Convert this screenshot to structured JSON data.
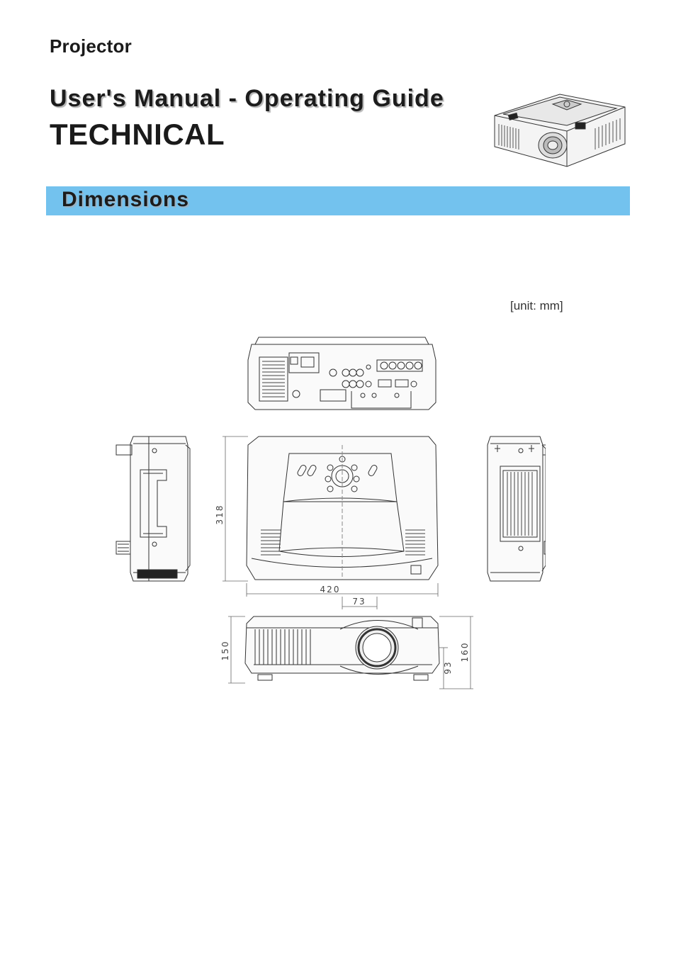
{
  "header": {
    "doc_label": "Projector",
    "title": "User's Manual - Operating Guide",
    "subtitle": "TECHNICAL"
  },
  "section": {
    "title": "Dimensions",
    "bar_color": "#73c2ee"
  },
  "unit_note": "[unit: mm]",
  "dimensions": {
    "width": "420",
    "depth": "318",
    "lens_offset": "73",
    "height_body": "150",
    "height_total": "160",
    "lens_height": "93"
  }
}
